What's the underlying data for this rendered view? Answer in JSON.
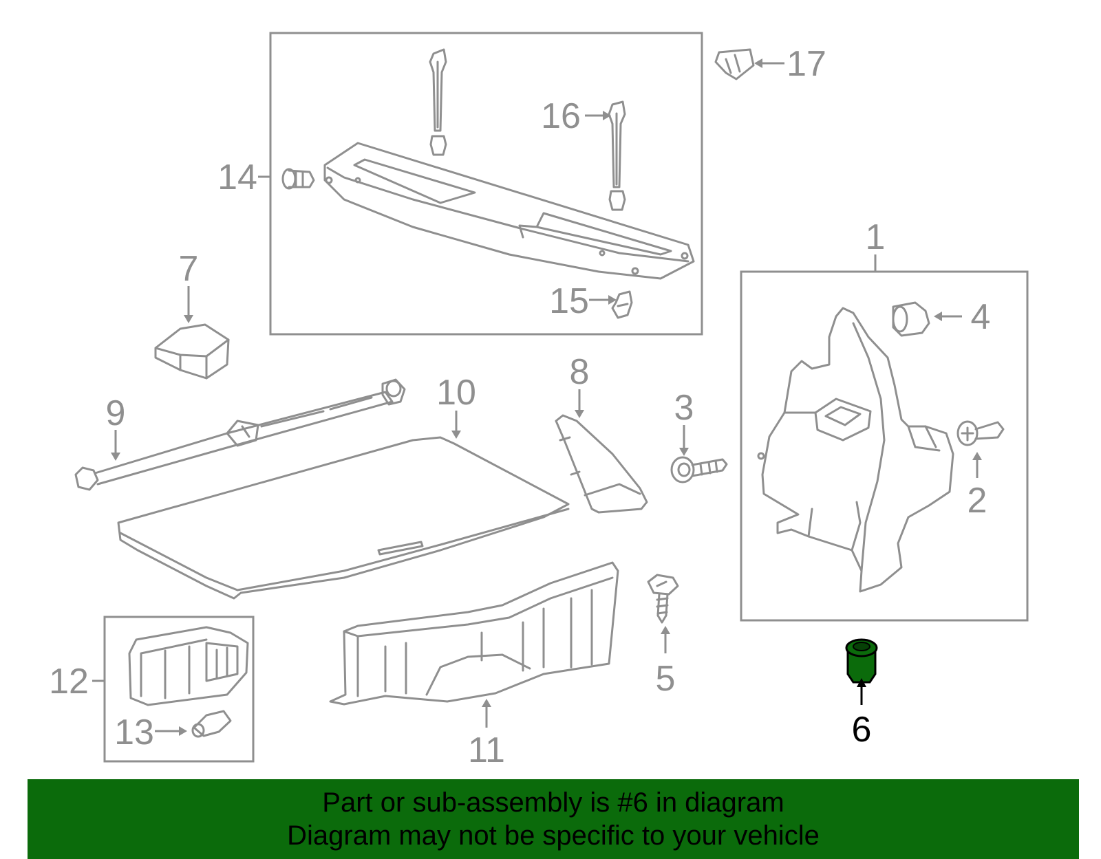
{
  "diagram": {
    "highlight_color": "#0b6b0b",
    "line_color": "#8f8f8f",
    "highlighted_part": "6",
    "callouts": [
      "1",
      "2",
      "3",
      "4",
      "5",
      "6",
      "7",
      "8",
      "9",
      "10",
      "11",
      "12",
      "13",
      "14",
      "15",
      "16",
      "17"
    ]
  },
  "banner": {
    "background": "#0b6b0b",
    "line1": "Part or sub-assembly is #6 in diagram",
    "line2": "Diagram may not be specific to your vehicle"
  }
}
